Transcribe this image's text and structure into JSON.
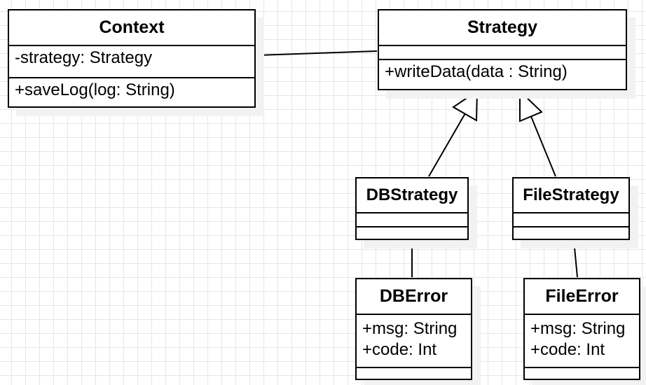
{
  "classes": {
    "context": {
      "name": "Context",
      "attributes": [
        "-strategy: Strategy"
      ],
      "operations": [
        "+saveLog(log: String)"
      ]
    },
    "strategy": {
      "name": "Strategy",
      "attributes": [],
      "operations": [
        "+writeData(data : String)"
      ]
    },
    "db_strategy": {
      "name": "DBStrategy",
      "attributes": [],
      "operations": []
    },
    "file_strategy": {
      "name": "FileStrategy",
      "attributes": [],
      "operations": []
    },
    "db_error": {
      "name": "DBError",
      "attributes": [
        "+msg: String",
        "+code: Int"
      ],
      "operations": []
    },
    "file_error": {
      "name": "FileError",
      "attributes": [
        "+msg: String",
        "+code: Int"
      ],
      "operations": []
    }
  },
  "relations": [
    {
      "type": "association",
      "from": "context",
      "to": "strategy"
    },
    {
      "type": "generalization",
      "from": "db_strategy",
      "to": "strategy"
    },
    {
      "type": "generalization",
      "from": "file_strategy",
      "to": "strategy"
    },
    {
      "type": "association",
      "from": "db_strategy",
      "to": "db_error"
    },
    {
      "type": "association",
      "from": "file_strategy",
      "to": "file_error"
    }
  ]
}
